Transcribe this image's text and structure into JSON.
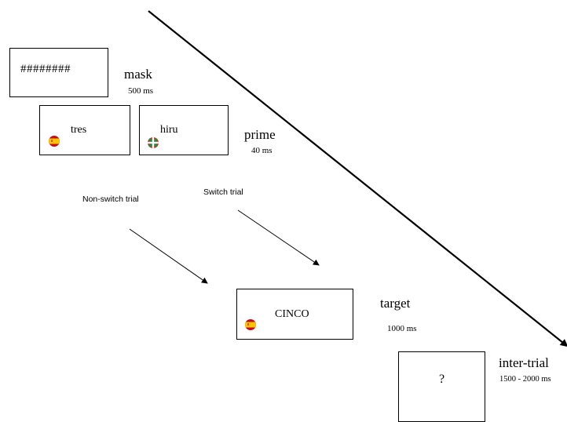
{
  "mask": {
    "content": "########",
    "label": "mask",
    "duration": "500 ms"
  },
  "prime": {
    "spanish_word": "tres",
    "basque_word": "hiru",
    "label": "prime",
    "duration": "40 ms"
  },
  "trials": {
    "non_switch_label": "Non-switch trial",
    "switch_label": "Switch trial"
  },
  "target": {
    "word": "CINCO",
    "label": "target",
    "duration": "1000 ms"
  },
  "inter_trial": {
    "content": "?",
    "label": "inter-trial",
    "duration": "1500 - 2000 ms"
  },
  "colors": {
    "spain_red": "#c60b1e",
    "spain_yellow": "#ffc400",
    "ikurrina_red": "#d52b1e",
    "ikurrina_green": "#009b48",
    "line": "#000000"
  },
  "icons": {
    "spanish_flag": "spain-flag-icon",
    "basque_flag": "ikurrina-flag-icon"
  }
}
